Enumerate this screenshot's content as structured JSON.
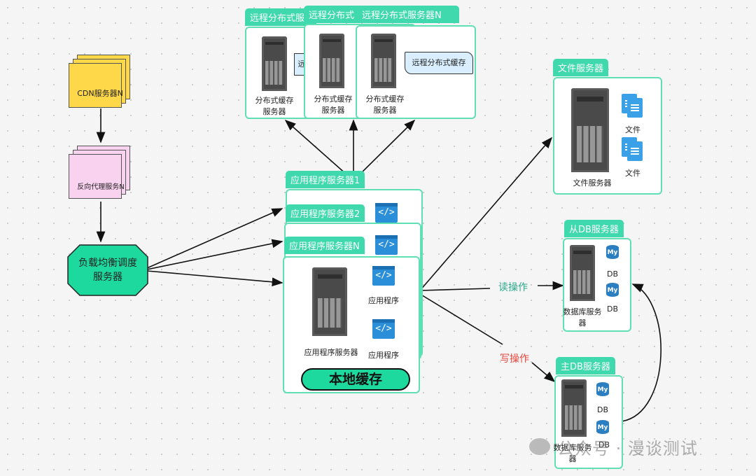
{
  "cdn": {
    "label": "CDN服务器N"
  },
  "proxy": {
    "label": "反向代理服务N"
  },
  "lb": {
    "label_line1": "负载均衡调度",
    "label_line2": "服务器"
  },
  "remote_cache": {
    "tag1": "远程分布式服",
    "tag2": "远程分布式",
    "tag3": "远程分布式服务器N",
    "banner": "远程分布式缓存",
    "banner_partial": "远",
    "server_label1": "分布式缓存",
    "server_label2": "服务器"
  },
  "app_servers": {
    "tag1": "应用程序服务器1",
    "tag2": "应用程序服务器2",
    "tag3": "应用程序服务器N",
    "server_label": "应用程序服务器",
    "app_label": "应用程序",
    "local_cache": "本地缓存"
  },
  "file_server": {
    "tag": "文件服务器",
    "server_label": "文件服务器",
    "file_label": "文件"
  },
  "slave_db": {
    "tag": "从DB服务器",
    "db_label": "DB",
    "server_label1": "数据库服务",
    "server_label2": "器"
  },
  "master_db": {
    "tag": "主DB服务器",
    "db_label": "DB",
    "server_label1": "数据库服务",
    "server_label2": "器"
  },
  "edges": {
    "read": "读操作",
    "write": "写操作"
  },
  "watermark": {
    "text": "公众号 · 漫谈测试"
  },
  "icons": {
    "code": "</>",
    "mysql": "My"
  },
  "colors": {
    "accent": "#3fd9ad",
    "border": "#5fe0b4",
    "write": "#e8463c",
    "read": "#2aa98a"
  }
}
